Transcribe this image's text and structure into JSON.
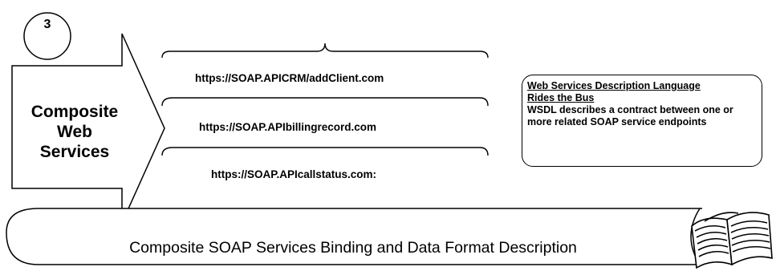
{
  "step": {
    "number": "3"
  },
  "composite": {
    "lines": [
      "Composite",
      "Web",
      "Services"
    ]
  },
  "endpoints": [
    "https://SOAP.APICRM/addClient.com",
    "https://SOAP.APIbillingrecord.com",
    "https://SOAP.APIcallstatus.com:"
  ],
  "wsdl": {
    "title_line1": "Web Services Description Language",
    "title_line2": "Rides the Bus",
    "body": "WSDL describes a contract between one or more related SOAP service endpoints"
  },
  "banner": {
    "text": "Composite SOAP Services Binding and Data Format Description"
  },
  "icons": {
    "book": "open-book-icon"
  }
}
